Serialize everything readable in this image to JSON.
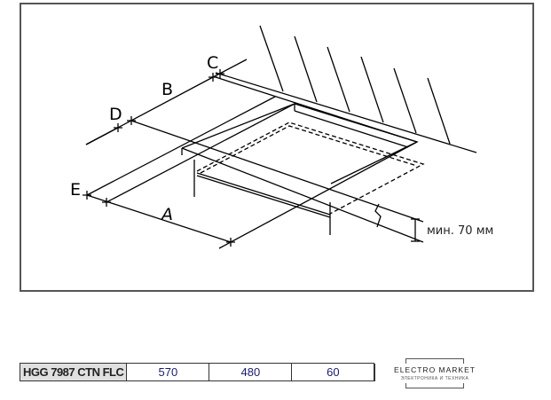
{
  "diagram": {
    "labels": {
      "a": "A",
      "b": "B",
      "c": "C",
      "d": "D",
      "e": "E"
    },
    "clearance_note": "мин. 70 мм"
  },
  "table": {
    "model": "HGG 7987 CTN FLC",
    "values": [
      "570",
      "480",
      "60"
    ]
  },
  "logo": {
    "name": "ELECTRO MARKET",
    "tagline": "ЭЛЕКТРОНИКА И ТЕХНИКА"
  }
}
